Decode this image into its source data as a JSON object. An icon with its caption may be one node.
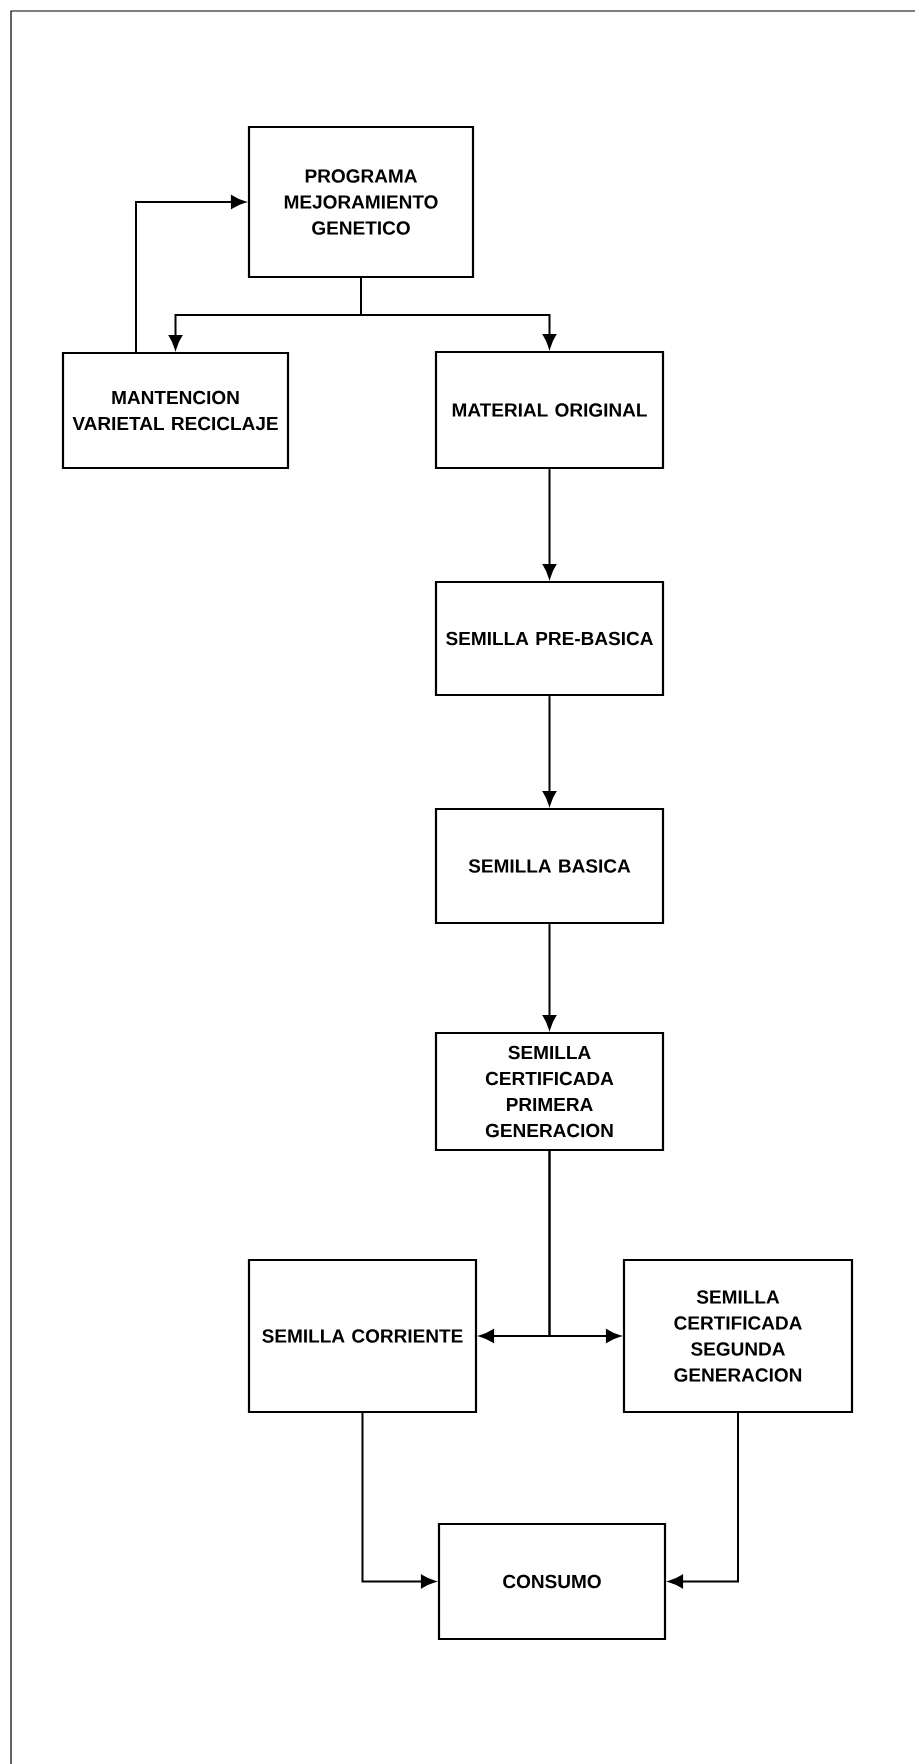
{
  "diagram": {
    "nodes": [
      {
        "text": [
          "PROGRAMA MEJORAMIENTO GENETICO"
        ]
      },
      {
        "text": [
          "MANTENCION VARIETAL RECICLAJE"
        ]
      },
      {
        "text": [
          "MATERIAL ORIGINAL"
        ]
      },
      {
        "text": [
          "SEMILLA PRE-BASICA"
        ]
      },
      {
        "text": [
          "SEMILLA BASICA"
        ]
      },
      {
        "text": [
          "SEMILLA CERTIFICADA PRIMERA GENERACION"
        ]
      },
      {
        "text": [
          "SEMILLA CORRIENTE"
        ]
      },
      {
        "text": [
          "SEMILLA CERTIFICADA SEGUNDA GENERACION"
        ]
      },
      {
        "text": [
          "CONSUMO"
        ]
      }
    ],
    "edges": [
      {
        "from": 0,
        "to": 1,
        "arrow": "to"
      },
      {
        "from": 0,
        "to": 2,
        "arrow": "to"
      },
      {
        "from": 1,
        "to": 0,
        "arrow": "to"
      },
      {
        "from": 2,
        "to": 3,
        "arrow": "to"
      },
      {
        "from": 3,
        "to": 4,
        "arrow": "to"
      },
      {
        "from": 4,
        "to": 5,
        "arrow": "to"
      },
      {
        "from": 5,
        "to": 6,
        "arrow": "to"
      },
      {
        "from": 5,
        "to": 7,
        "arrow": "to"
      },
      {
        "from": 6,
        "to": 8,
        "arrow": "to"
      },
      {
        "from": 7,
        "to": 8,
        "arrow": "to"
      }
    ]
  }
}
